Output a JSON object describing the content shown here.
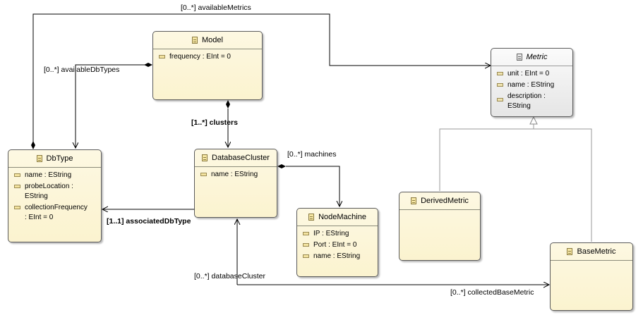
{
  "classes": {
    "model": {
      "name": "Model",
      "attrs": [
        "frequency : EInt = 0"
      ]
    },
    "metric": {
      "name": "Metric",
      "abstract": true,
      "attrs": [
        "unit : EInt = 0",
        "name : EString",
        "description :\nEString"
      ]
    },
    "dbtype": {
      "name": "DbType",
      "attrs": [
        "name : EString",
        "probeLocation :\nEString",
        "collectionFrequency\n: EInt = 0"
      ]
    },
    "databasecluster": {
      "name": "DatabaseCluster",
      "attrs": [
        "name : EString"
      ]
    },
    "nodemachine": {
      "name": "NodeMachine",
      "attrs": [
        "IP : EString",
        "Port : EInt = 0",
        "name : EString"
      ]
    },
    "derivedmetric": {
      "name": "DerivedMetric",
      "attrs": []
    },
    "basemetric": {
      "name": "BaseMetric",
      "attrs": []
    }
  },
  "references": {
    "available_metrics": "[0..*] availableMetrics",
    "available_db_types": "[0..*] availableDbTypes",
    "clusters": "[1..*] clusters",
    "machines": "[0..*] machines",
    "associated_db_type": "[1..1] associatedDbType",
    "database_cluster": "[0..*] databaseCluster",
    "collected_base_metric": "[0..*] collectedBaseMetric"
  },
  "colors": {
    "class_fill": "#fbf3cf",
    "abstract_fill": "#e5e5e5",
    "border": "#5b5b5b",
    "line": "#000000",
    "inheritance_line": "#9a9a9a"
  }
}
